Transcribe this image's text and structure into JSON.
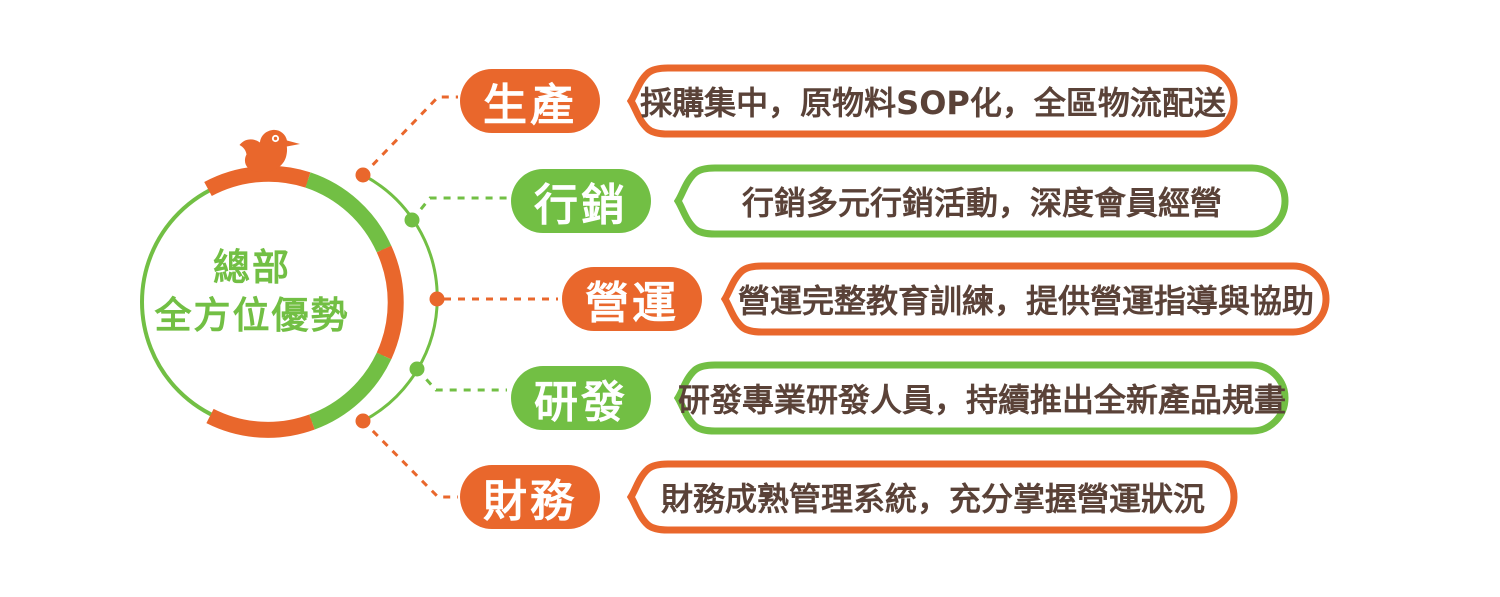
{
  "title": {
    "line1": "總部",
    "line2": "全方位優勢"
  },
  "icons": {
    "mascot": "bird-icon"
  },
  "colors": {
    "orange": "#E9672C",
    "green": "#72BF44",
    "description_text": "#5A4238",
    "label_text": "#FFFFFF",
    "background": "#FFFFFF"
  },
  "rows": [
    {
      "label": "生產",
      "description": "採購集中，原物料SOP化，全區物流配送",
      "color": "#E9672C"
    },
    {
      "label": "行銷",
      "description": "行銷多元行銷活動，深度會員經營",
      "color": "#72BF44"
    },
    {
      "label": "營運",
      "description": "營運完整教育訓練，提供營運指導與協助",
      "color": "#E9672C"
    },
    {
      "label": "研發",
      "description": "研發專業研發人員，持續推出全新產品規畫",
      "color": "#72BF44"
    },
    {
      "label": "財務",
      "description": "財務成熟管理系統，充分掌握營運狀況",
      "color": "#E9672C"
    }
  ]
}
